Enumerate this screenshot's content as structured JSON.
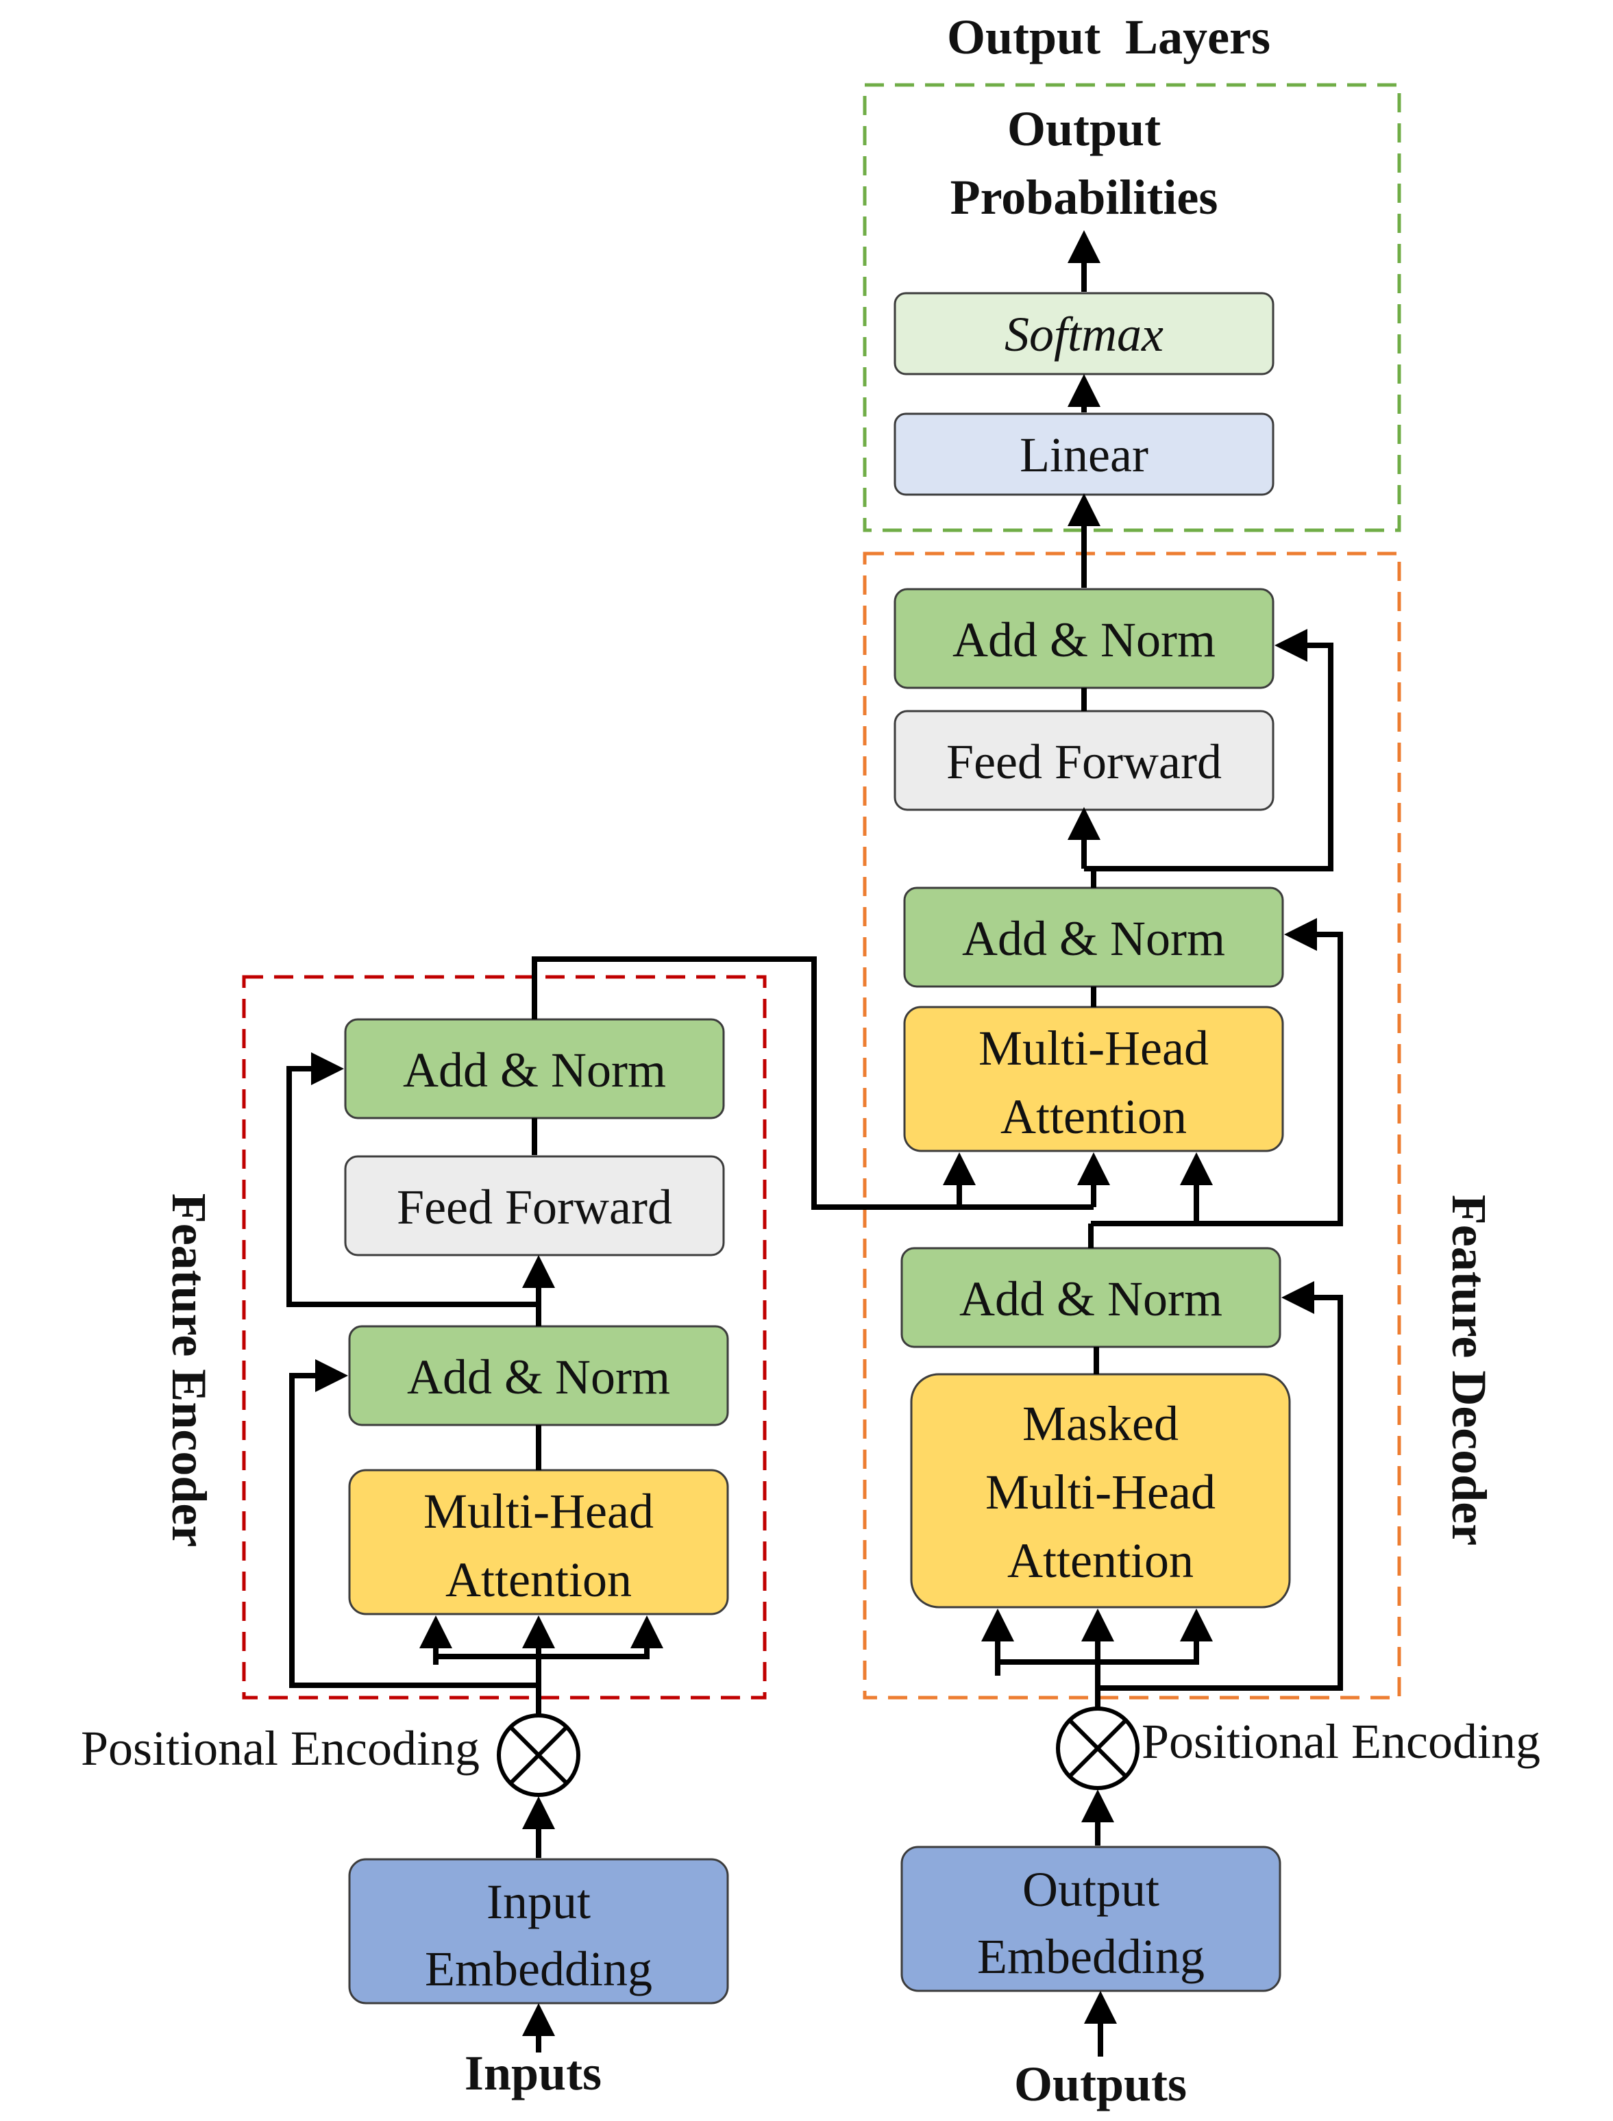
{
  "section_labels": {
    "output_layers": "Output  Layers",
    "feature_encoder": "Feature Encoder",
    "feature_decoder": "Feature Decoder"
  },
  "output": {
    "probabilities_line1": "Output",
    "probabilities_line2": "Probabilities",
    "softmax": "Softmax",
    "linear": "Linear"
  },
  "decoder": {
    "add_norm_top": "Add & Norm",
    "feed_forward": "Feed Forward",
    "add_norm_mid": "Add & Norm",
    "mha_line1": "Multi-Head",
    "mha_line2": "Attention",
    "add_norm_bottom": "Add & Norm",
    "masked_line1": "Masked",
    "masked_line2": "Multi-Head",
    "masked_line3": "Attention",
    "positional_encoding": "Positional Encoding",
    "embedding_line1": "Output",
    "embedding_line2": "Embedding",
    "outputs": "Outputs"
  },
  "encoder": {
    "add_norm_top": "Add & Norm",
    "feed_forward": "Feed Forward",
    "add_norm_bottom": "Add & Norm",
    "mha_line1": "Multi-Head",
    "mha_line2": "Attention",
    "positional_encoding": "Positional Encoding",
    "embedding_line1": "Input",
    "embedding_line2": "Embedding",
    "inputs": "Inputs"
  },
  "colors": {
    "add_norm": "#a9d18e",
    "feed_forward": "#ececec",
    "attention": "#ffd966",
    "embedding": "#8eaadb",
    "linear": "#dae3f3",
    "softmax": "#e2f0d9",
    "encoder_border": "#c00000",
    "decoder_border": "#ed7d31",
    "output_border": "#70ad47"
  }
}
